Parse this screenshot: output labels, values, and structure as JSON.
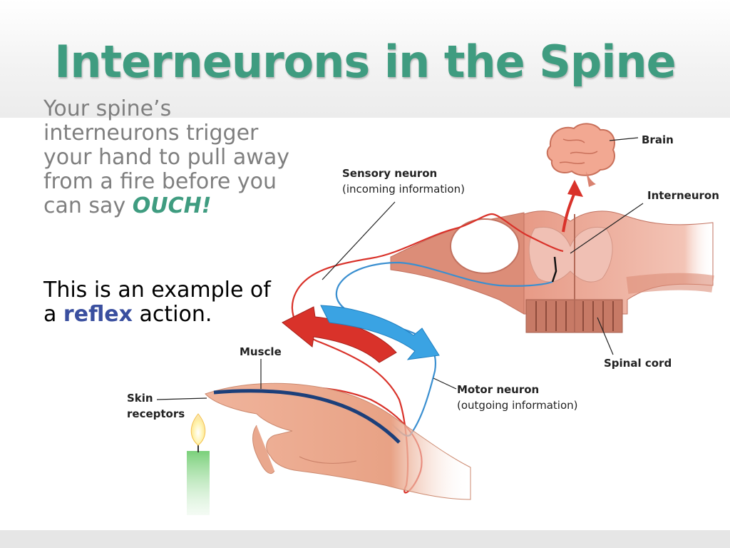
{
  "slide": {
    "title": "Interneurons in the Spine",
    "paragraph1": {
      "text": "Your spine’s interneurons trigger your hand to pull away from a fire before you can say ",
      "emphasis": "OUCH!"
    },
    "paragraph2": {
      "prefix": "This is an example of a ",
      "keyword": "reflex",
      "suffix": " action."
    }
  },
  "diagram": {
    "labels": {
      "brain": "Brain",
      "sensory_neuron": "Sensory neuron",
      "sensory_neuron_sub": "(incoming information)",
      "interneuron": "Interneuron",
      "muscle": "Muscle",
      "skin": "Skin",
      "receptors": "receptors",
      "motor_neuron": "Motor neuron",
      "motor_neuron_sub": "(outgoing information)",
      "spinal_cord": "Spinal cord"
    }
  },
  "colors": {
    "title": "#3f9c80",
    "body_text": "#7f7f7f",
    "ouch": "#3f9c80",
    "reflex": "#3a4f9f",
    "sensory_pathway": "#d9322a",
    "motor_pathway": "#3a9ad9"
  }
}
